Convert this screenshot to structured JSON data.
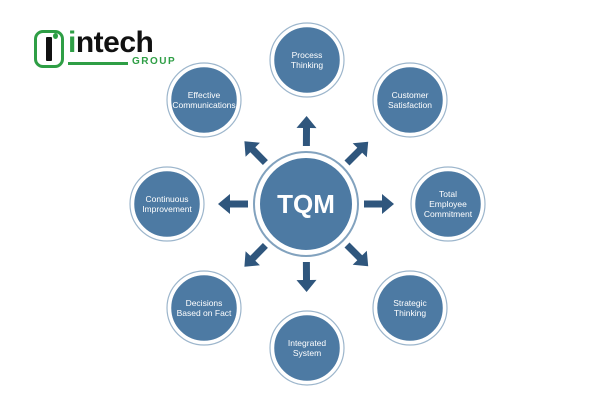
{
  "logo": {
    "word_i": "i",
    "word_rest": "ntech",
    "sub": "GROUP"
  },
  "center": {
    "label": "TQM"
  },
  "nodes": [
    {
      "id": "process-thinking",
      "lines": [
        "Process",
        "Thinking"
      ]
    },
    {
      "id": "customer-satisfaction",
      "lines": [
        "Customer",
        "Satisfaction"
      ]
    },
    {
      "id": "total-employee-commitment",
      "lines": [
        "Total",
        "Employee",
        "Commitment"
      ]
    },
    {
      "id": "strategic-thinking",
      "lines": [
        "Strategic",
        "Thinking"
      ]
    },
    {
      "id": "integrated-system",
      "lines": [
        "Integrated",
        "System"
      ]
    },
    {
      "id": "decisions-based-on-fact",
      "lines": [
        "Decisions",
        "Based on Fact"
      ]
    },
    {
      "id": "continuous-improvement",
      "lines": [
        "Continuous",
        "Improvement"
      ]
    },
    {
      "id": "effective-communications",
      "lines": [
        "Effective",
        "Communications"
      ]
    }
  ],
  "colors": {
    "node": "#4d7aa3",
    "arrow": "#2f567d",
    "brand_green": "#2e9e45"
  }
}
